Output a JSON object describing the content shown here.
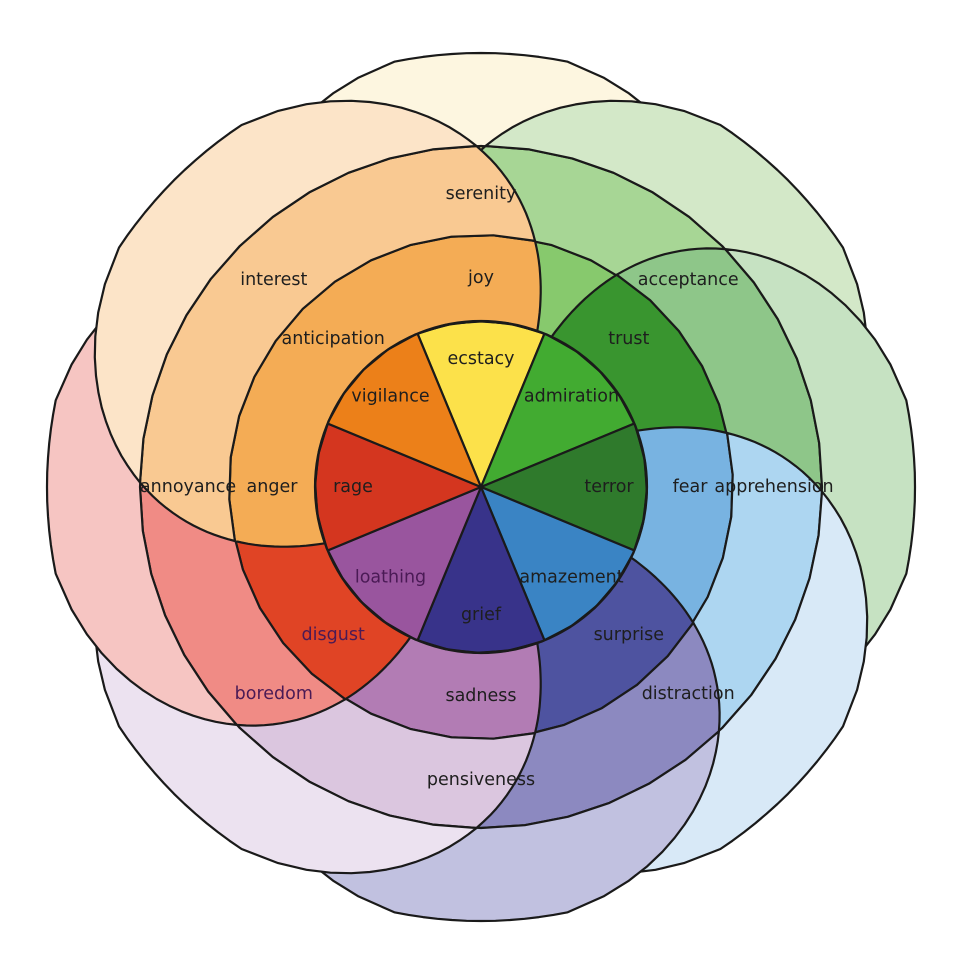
{
  "petals": [
    {
      "id": "joy",
      "labels": [
        "ecstacy",
        "joy",
        "serenity"
      ],
      "fills": [
        "#fce14a",
        "#fde961",
        "#fdf6a9",
        "#fdf6e0"
      ],
      "label_color": "#1e1e1e"
    },
    {
      "id": "trust",
      "labels": [
        "admiration",
        "trust",
        "acceptance"
      ],
      "fills": [
        "#42ab31",
        "#87c96d",
        "#a7d695",
        "#d3e8c8"
      ],
      "label_color": "#1e1e1e"
    },
    {
      "id": "fear",
      "labels": [
        "terror",
        "fear",
        "apprehension"
      ],
      "fills": [
        "#2f7a2c",
        "#39952f",
        "#8ec689",
        "#c6e2c2"
      ],
      "label_color": "#1e1e1e"
    },
    {
      "id": "surprise",
      "labels": [
        "amazement",
        "surprise",
        "distraction"
      ],
      "fills": [
        "#3a84c4",
        "#78b3e1",
        "#add6f1",
        "#d8e9f7"
      ],
      "label_color": "#1e1e1e"
    },
    {
      "id": "sadness",
      "labels": [
        "grief",
        "sadness",
        "pensiveness"
      ],
      "fills": [
        "#38338a",
        "#4e53a0",
        "#8c89c0",
        "#c1c1e0"
      ],
      "label_color": "#1e1e1e"
    },
    {
      "id": "disgust",
      "labels": [
        "loathing",
        "disgust",
        "boredom"
      ],
      "fills": [
        "#99559e",
        "#b27cb4",
        "#dbc6df",
        "#ece2f0"
      ],
      "label_color": "#4a1a55"
    },
    {
      "id": "anger",
      "labels": [
        "rage",
        "anger",
        "annoyance"
      ],
      "fills": [
        "#d4361f",
        "#e04425",
        "#f08b85",
        "#f6c5c2"
      ],
      "label_color": "#1e1e1e"
    },
    {
      "id": "anticipation",
      "labels": [
        "vigilance",
        "anticipation",
        "interest"
      ],
      "fills": [
        "#ec8019",
        "#f4ac55",
        "#f9c992",
        "#fce4c8"
      ],
      "label_color": "#1e1e1e"
    }
  ]
}
